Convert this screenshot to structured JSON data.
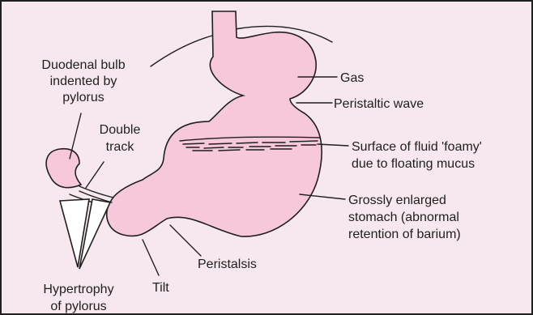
{
  "colors": {
    "background": "#f6e8ee",
    "border": "#1f1f1f",
    "stomach_fill": "#f7c7dc",
    "stroke": "#1f1f1f"
  },
  "labels": {
    "duodenal_bulb": [
      "Duodenal bulb",
      "indented by",
      "pylorus"
    ],
    "double_track": [
      "Double",
      "track"
    ],
    "hypertrophy": [
      "Hypertrophy",
      "of pylorus"
    ],
    "tilt": "Tilt",
    "peristalsis": "Peristalsis",
    "gas": "Gas",
    "peristaltic_wave": "Peristaltic wave",
    "surface_fluid": [
      "Surface of fluid 'foamy'",
      "due to floating mucus"
    ],
    "enlarged_stomach": [
      "Grossly enlarged",
      "stomach (abnormal",
      "retention of barium)"
    ]
  }
}
